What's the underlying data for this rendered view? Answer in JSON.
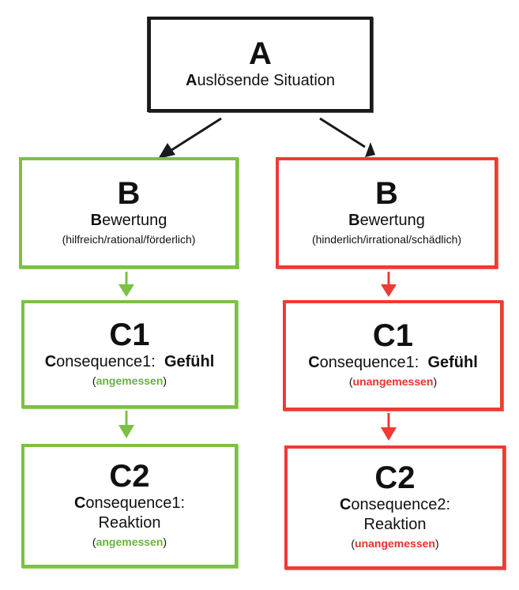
{
  "colors": {
    "neutral": "#1a1a1a",
    "helpful": "#7bc143",
    "harmful": "#ee3b33"
  },
  "a": {
    "letter": "A",
    "title_initial": "A",
    "title_rest": "uslösende Situation"
  },
  "left": {
    "b": {
      "letter": "B",
      "initial": "B",
      "rest": "ewertung",
      "note": "(hilfreich/rational/förderlich)"
    },
    "c1": {
      "letter": "C1",
      "initial": "C",
      "rest": "onsequence1:",
      "emotion": "Gefühl",
      "open": "(",
      "assessment": "angemessen",
      "close": ")"
    },
    "c2": {
      "letter": "C2",
      "initial": "C",
      "rest": "onsequence1:",
      "second": "Reaktion",
      "open": "(",
      "assessment": "angemessen",
      "close": ")"
    }
  },
  "right": {
    "b": {
      "letter": "B",
      "initial": "B",
      "rest": "ewertung",
      "note": "(hinderlich/irrational/schädlich)"
    },
    "c1": {
      "letter": "C1",
      "initial": "C",
      "rest": "onsequence1:",
      "emotion": "Gefühl",
      "open": "(",
      "assessment": "unangemessen",
      "close": ")"
    },
    "c2": {
      "letter": "C2",
      "initial": "C",
      "rest": "onsequence2:",
      "second": "Reaktion",
      "open": "(",
      "assessment": "unangemessen",
      "close": ")"
    }
  }
}
